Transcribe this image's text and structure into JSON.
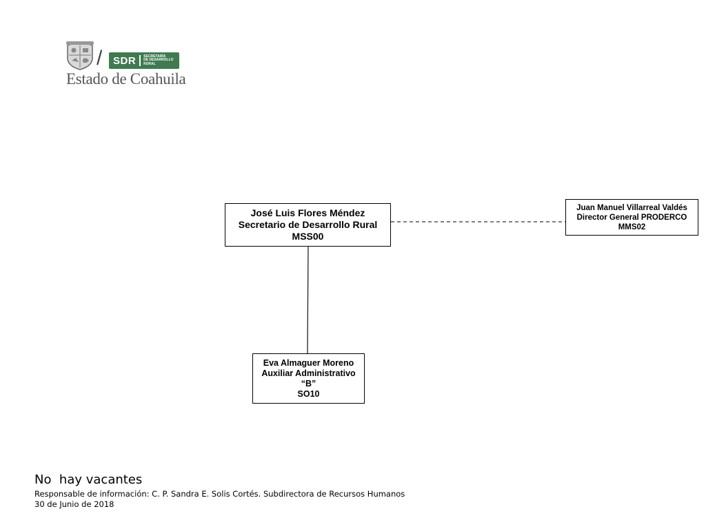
{
  "logo": {
    "slash": "/",
    "sdr_label": "SDR",
    "sdr_subtitle": "SECRETARÍA\nDE DESARROLLO\nRURAL",
    "estado": "Estado de Coahuila",
    "brand_color": "#3f7a50",
    "icon": "coat-of-arms-icon"
  },
  "org_chart": {
    "head": {
      "name": "José Luis Flores Méndez",
      "title": "Secretario de Desarrollo Rural",
      "code": "MSS00"
    },
    "linked": {
      "name": "Juan Manuel Villarreal Valdés",
      "title": "Director General PRODERCO",
      "code": "MMS02",
      "connector": "dashed"
    },
    "subordinate": {
      "name": "Eva Almaguer Moreno",
      "title": "Auxiliar Administrativo",
      "title_line2": "“B”",
      "code": "SO10",
      "connector": "solid"
    }
  },
  "footer": {
    "vacancies": "No  hay vacantes",
    "responsible": "Responsable de información: C. P. Sandra E. Solis Cortés. Subdirectora de Recursos Humanos",
    "date": "30 de Junio de 2018"
  }
}
